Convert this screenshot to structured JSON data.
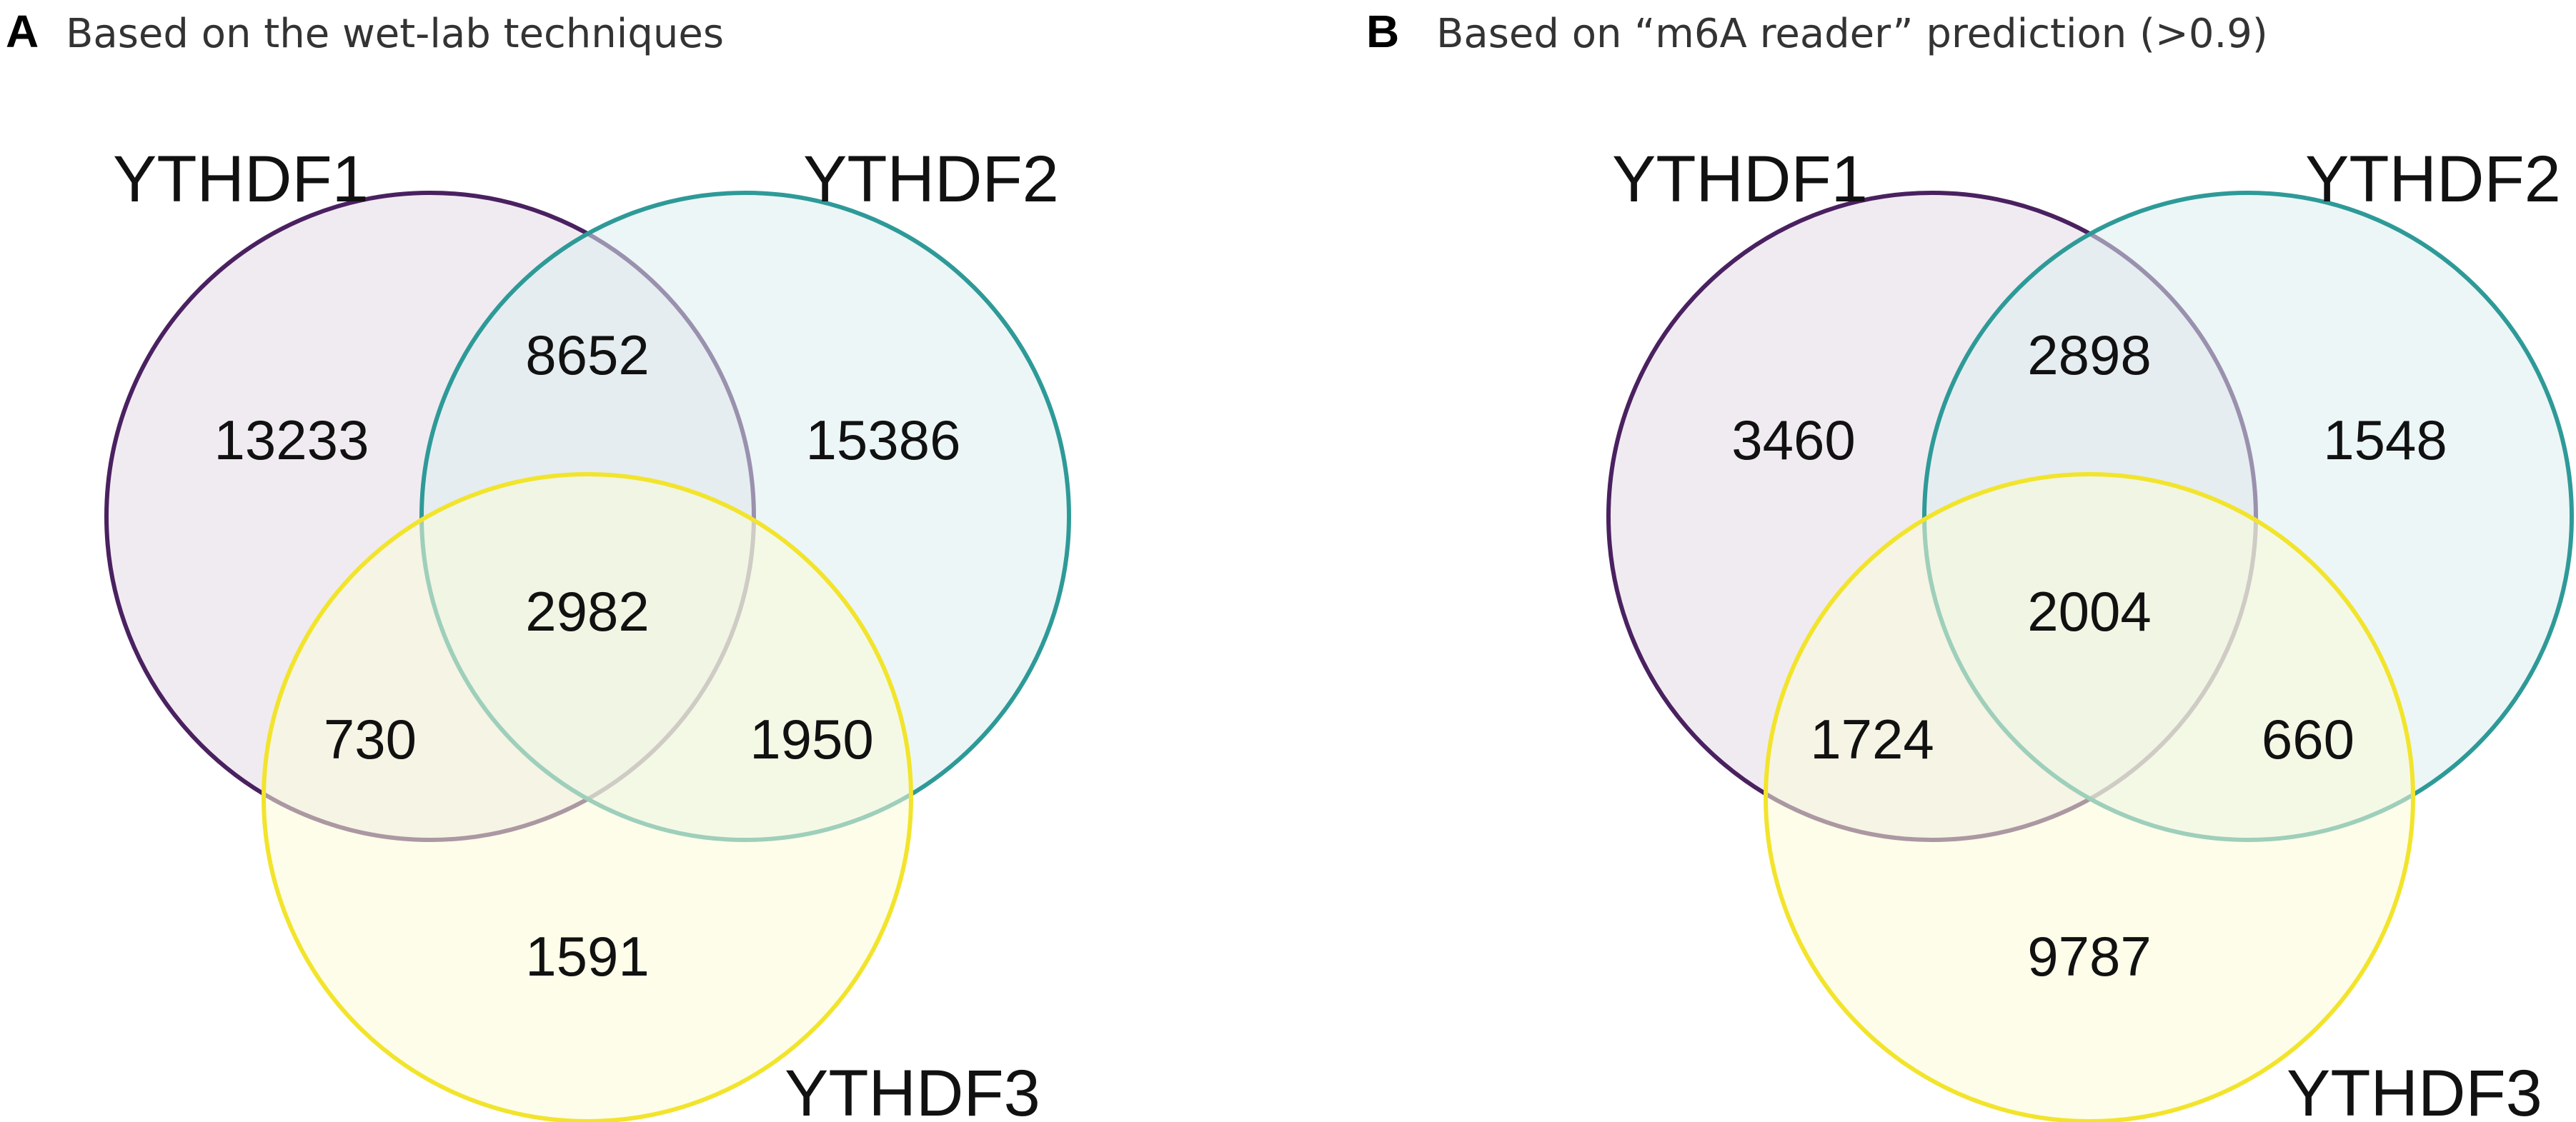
{
  "colors": {
    "set1_stroke": "#4a2160",
    "set1_fill": "#e3dae6",
    "set2_stroke": "#2e9a98",
    "set2_fill": "#ddefef",
    "set3_stroke": "#f2e42c",
    "set3_fill": "#fcfbd9",
    "fill_opacity": 0.55
  },
  "panels": [
    {
      "letter": "A",
      "title": "Based on the wet-lab techniques",
      "sets": [
        "YTHDF1",
        "YTHDF2",
        "YTHDF3"
      ],
      "counts": {
        "only_1": "13233",
        "only_2": "15386",
        "only_3": "1591",
        "1_2": "8652",
        "1_3": "730",
        "2_3": "1950",
        "1_2_3": "2982"
      }
    },
    {
      "letter": "B",
      "title": "Based on “m6A reader” prediction (>0.9)",
      "sets": [
        "YTHDF1",
        "YTHDF2",
        "YTHDF3"
      ],
      "counts": {
        "only_1": "3460",
        "only_2": "1548",
        "only_3": "9787",
        "1_2": "2898",
        "1_3": "1724",
        "2_3": "660",
        "1_2_3": "2004"
      }
    }
  ]
}
